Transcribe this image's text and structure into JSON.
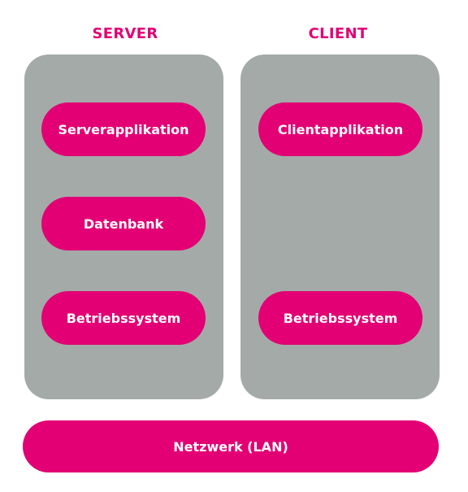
{
  "colors": {
    "accent": "#e20074",
    "panel": "#a4aaa8",
    "text_on_accent": "#ffffff"
  },
  "server": {
    "title": "SERVER",
    "components": [
      "Serverapplikation",
      "Datenbank",
      "Betriebssystem"
    ]
  },
  "client": {
    "title": "CLIENT",
    "components": [
      "Clientapplikation",
      "Betriebssystem"
    ]
  },
  "network": {
    "label": "Netzwerk (LAN)"
  }
}
